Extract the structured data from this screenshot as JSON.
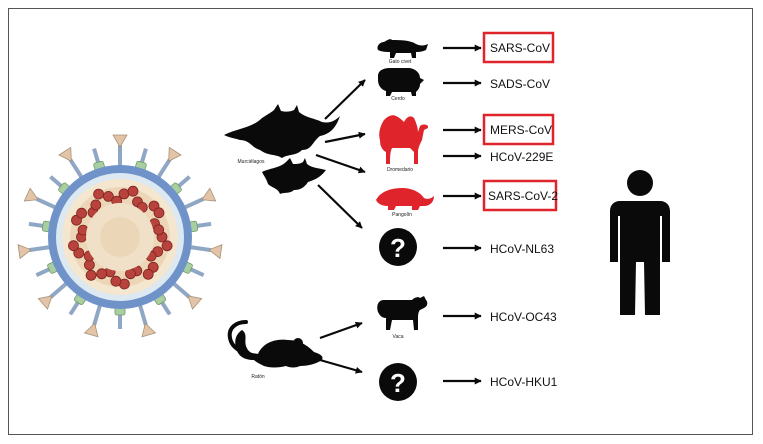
{
  "colors": {
    "highlight": "#e0242b",
    "ink": "#0a0a0a",
    "virus_envelope": "#6f93c9",
    "virus_spike_green": "#a9cfa0",
    "virus_spike_tan": "#e3c4a8",
    "virus_core": "#f1e0c8",
    "virus_rna": "#b8423c"
  },
  "sources": {
    "bats": {
      "label": "Murciélagos",
      "icon": "bat-icon"
    },
    "rat": {
      "label": "Ratón",
      "icon": "rat-icon"
    }
  },
  "hosts": [
    {
      "label": "Gato civet",
      "icon": "civet-icon",
      "virus": "SARS-CoV",
      "highlighted": true,
      "color": "#0a0a0a"
    },
    {
      "label": "Cerdo",
      "icon": "pig-icon",
      "virus": "SADS-CoV",
      "highlighted": false,
      "color": "#0a0a0a"
    },
    {
      "label": "Dromedario",
      "icon": "camel-icon",
      "virus": "MERS-CoV",
      "highlighted": true,
      "color": "#e0242b"
    },
    {
      "label": "",
      "icon": "",
      "virus": "HCoV-229E",
      "highlighted": false,
      "color": "#0a0a0a"
    },
    {
      "label": "Pangolín",
      "icon": "pangolin-icon",
      "virus": "SARS-CoV-2",
      "highlighted": true,
      "color": "#e0242b"
    },
    {
      "label": "",
      "icon": "question-icon",
      "virus": "HCoV-NL63",
      "highlighted": false,
      "color": "#0a0a0a"
    },
    {
      "label": "Vaca",
      "icon": "cow-icon",
      "virus": "HCoV-OC43",
      "highlighted": false,
      "color": "#0a0a0a"
    },
    {
      "label": "",
      "icon": "question-icon",
      "virus": "HCoV-HKU1",
      "highlighted": false,
      "color": "#0a0a0a"
    }
  ],
  "target": {
    "icon": "human-icon"
  },
  "virus_illustration": {
    "icon": "coronavirus-icon"
  }
}
